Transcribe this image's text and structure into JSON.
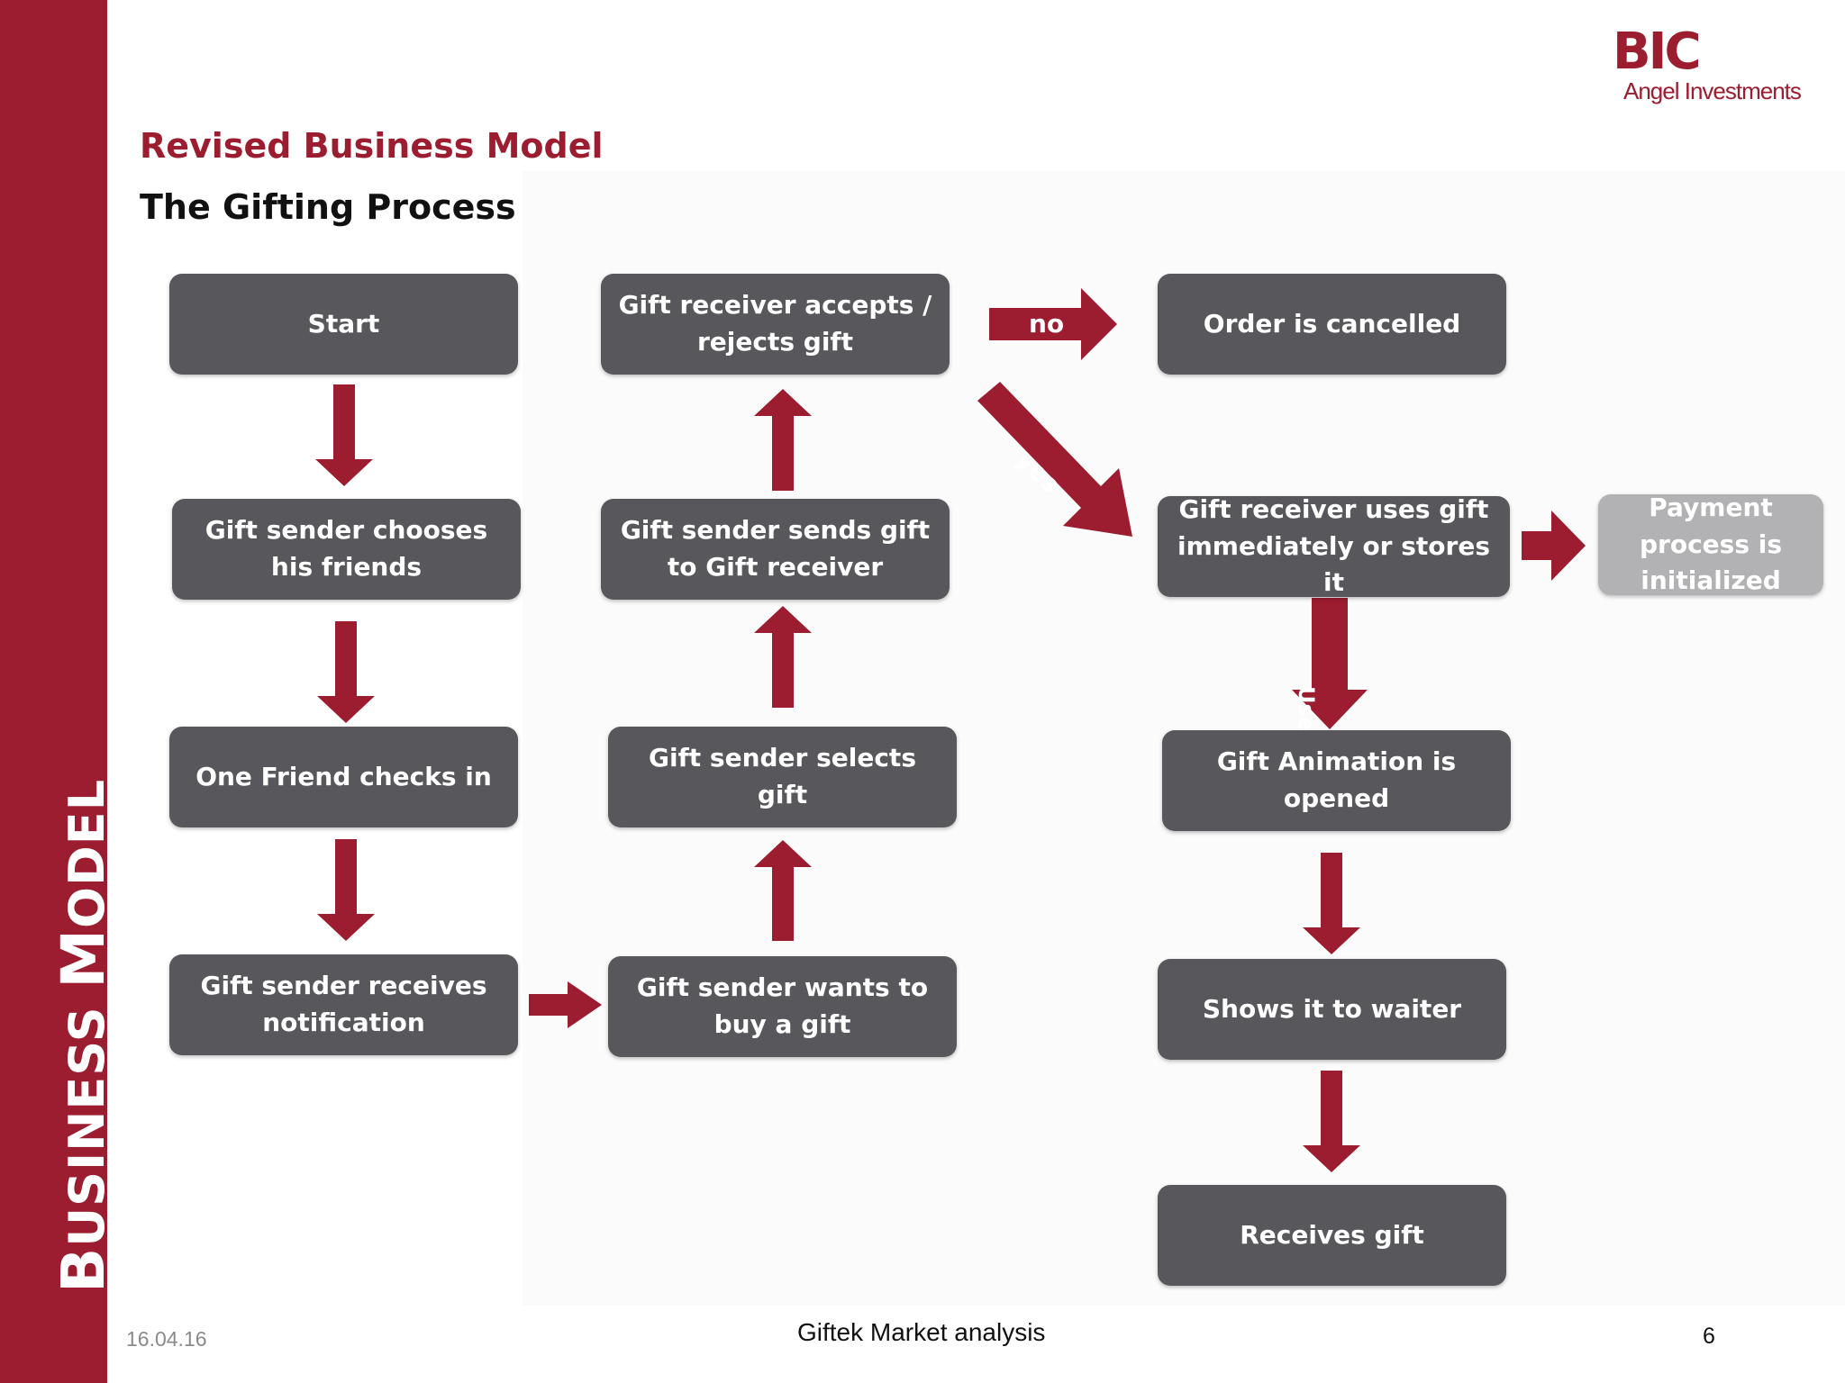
{
  "sidebar": {
    "label_big_1": "B",
    "label_small_1": "USINESS ",
    "label_big_2": "M",
    "label_small_2": "ODEL"
  },
  "logo": {
    "brand": "BIC",
    "subtitle": "Angel Investments"
  },
  "header": {
    "title": "Revised Business Model",
    "subtitle": "The Gifting Process"
  },
  "diagram": {
    "nodes": {
      "start": "Start",
      "chooses_friends": "Gift sender chooses his friends",
      "friend_checks_in": "One Friend checks in",
      "receives_notification": "Gift sender receives notification",
      "wants_to_buy": "Gift sender wants to buy a gift",
      "selects_gift": "Gift sender selects gift",
      "sends_gift": "Gift sender sends gift to Gift receiver",
      "accepts_rejects": "Gift receiver accepts / rejects gift",
      "order_cancelled": "Order is cancelled",
      "uses_or_stores": "Gift receiver uses gift immediately or stores it",
      "payment_initialized": "Payment process is initialized",
      "animation_opened": "Gift Animation is opened",
      "shows_waiter": "Shows it to waiter",
      "receives_gift": "Receives gift"
    },
    "edge_labels": {
      "no": "no",
      "yes": "yes",
      "use_it": "Use it"
    },
    "colors": {
      "node": "#58575b",
      "node_light": "#b2b2b4",
      "arrow": "#9b1d2f",
      "accent": "#9b1d2f"
    }
  },
  "footer": {
    "date": "16.04.16",
    "title": "Giftek Market analysis",
    "page": "6"
  }
}
